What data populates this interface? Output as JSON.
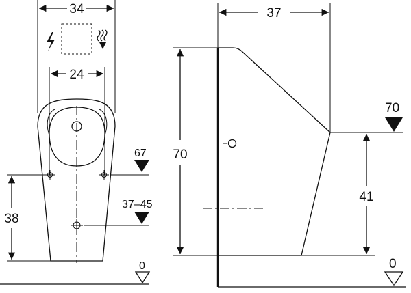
{
  "front_view": {
    "width_outer": "34",
    "width_inner": "24",
    "height_supply": "67",
    "height_drain_range": "37–45",
    "height_mount": "38",
    "floor_level": "0"
  },
  "side_view": {
    "depth": "37",
    "height_total": "70",
    "height_top_marker": "70",
    "height_rim": "41",
    "floor_level": "0"
  },
  "icons": {
    "electric": "lightning-icon",
    "sensor": "sensor-wave-icon"
  }
}
